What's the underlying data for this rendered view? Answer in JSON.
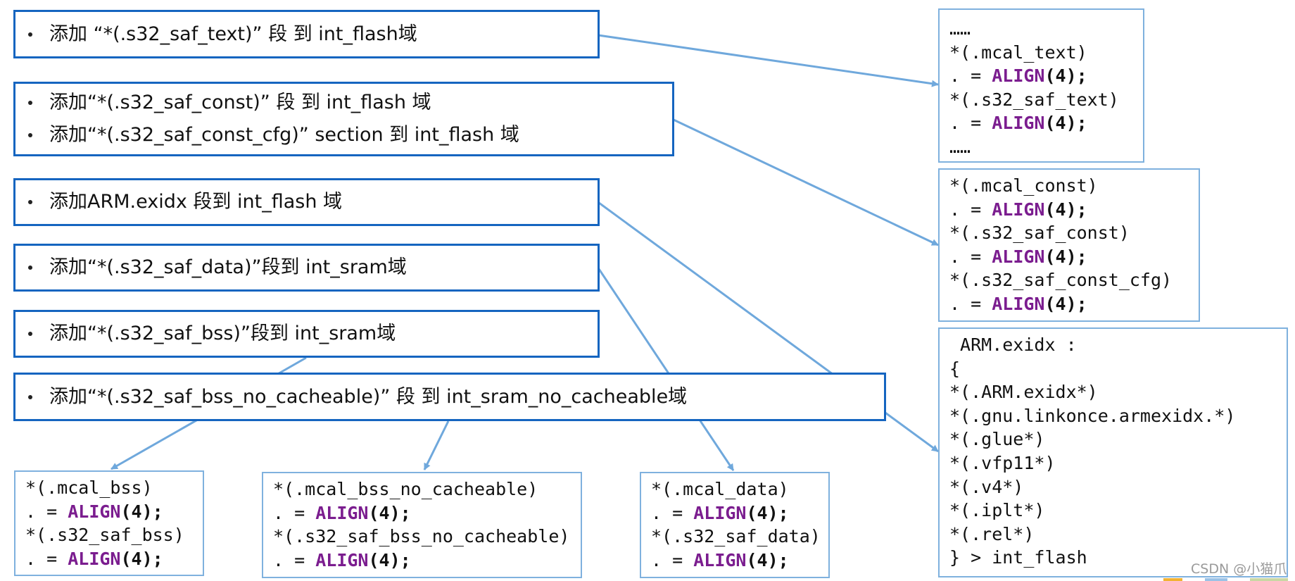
{
  "notes": [
    {
      "items": [
        "添加 “*(.s32_saf_text)” 段 到 int_flash域"
      ]
    },
    {
      "items": [
        "添加“*(.s32_saf_const)” 段 到 int_flash 域",
        "添加“*(.s32_saf_const_cfg)” section 到 int_flash 域"
      ]
    },
    {
      "items": [
        "添加ARM.exidx 段到 int_flash 域"
      ]
    },
    {
      "items": [
        "添加“*(.s32_saf_data)”段到 int_sram域"
      ]
    },
    {
      "items": [
        "添加“*(.s32_saf_bss)”段到 int_sram域"
      ]
    },
    {
      "items": [
        "添加“*(.s32_saf_bss_no_cacheable)” 段 到 int_sram_no_cacheable域"
      ]
    }
  ],
  "code_blocks": {
    "text_block": [
      "……",
      "*(.mcal_text)",
      "__ALIGN__",
      "*(.s32_saf_text)",
      "__ALIGN__",
      "……"
    ],
    "const_block": [
      "*(.mcal_const)",
      "__ALIGN__",
      "*(.s32_saf_const)",
      "__ALIGN__",
      "*(.s32_saf_const_cfg)",
      "__ALIGN__"
    ],
    "exidx_block": [
      " ARM.exidx :",
      "{",
      "*(.ARM.exidx*)",
      "*(.gnu.linkonce.armexidx.*)",
      "*(.glue*)",
      "*(.vfp11*)",
      "*(.v4*)",
      "*(.iplt*)",
      "*(.rel*)",
      "} > int_flash"
    ],
    "bss_block": [
      "*(.mcal_bss)",
      "__ALIGN__",
      "*(.s32_saf_bss)",
      "__ALIGN__"
    ],
    "bss_nc_block": [
      "*(.mcal_bss_no_cacheable)",
      "__ALIGN__",
      "*(.s32_saf_bss_no_cacheable)",
      "__ALIGN__"
    ],
    "data_block": [
      "*(.mcal_data)",
      "__ALIGN__",
      "*(.s32_saf_data)",
      "__ALIGN__"
    ]
  },
  "align_stmt": {
    "prefix": ". = ",
    "keyword": "ALIGN",
    "arg": "(4);"
  },
  "watermark": "CSDN @小猫爪",
  "colors": {
    "note_border": "#1565c0",
    "code_border": "#7fb1de",
    "arrow": "#6fa8dc",
    "keyword": "#7b1d8f"
  }
}
